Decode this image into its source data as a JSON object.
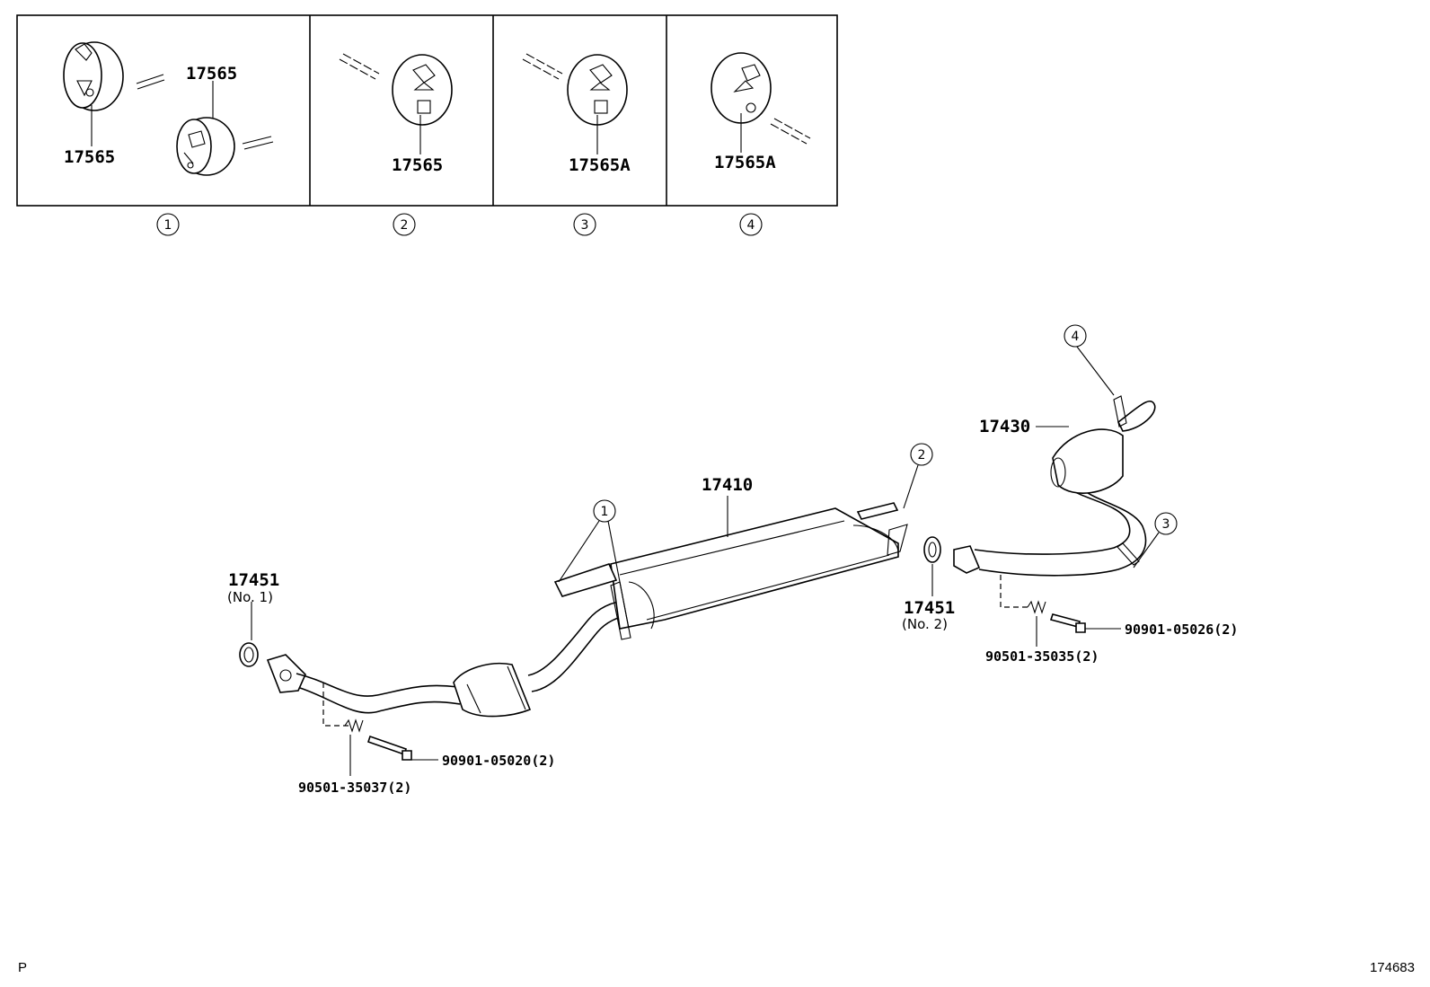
{
  "insets": [
    {
      "number": "1",
      "labels": [
        "17565",
        "17565"
      ]
    },
    {
      "number": "2",
      "labels": [
        "17565"
      ]
    },
    {
      "number": "3",
      "labels": [
        "17565A"
      ]
    },
    {
      "number": "4",
      "labels": [
        "17565A"
      ]
    }
  ],
  "main": {
    "parts": {
      "front_pipe_gasket": {
        "number": "17451",
        "note": "(No. 1)"
      },
      "center_pipe": {
        "number": "17410"
      },
      "rear_gasket": {
        "number": "17451",
        "note": "(No. 2)"
      },
      "tail_pipe": {
        "number": "17430"
      }
    },
    "callouts": [
      "1",
      "2",
      "3",
      "4"
    ],
    "fasteners": {
      "front_bolt": "90901-05020(2)",
      "front_spring": "90501-35037(2)",
      "rear_bolt": "90901-05026(2)",
      "rear_spring": "90501-35035(2)"
    }
  },
  "footer": {
    "left_mark": "P",
    "diagram_id": "174683"
  }
}
